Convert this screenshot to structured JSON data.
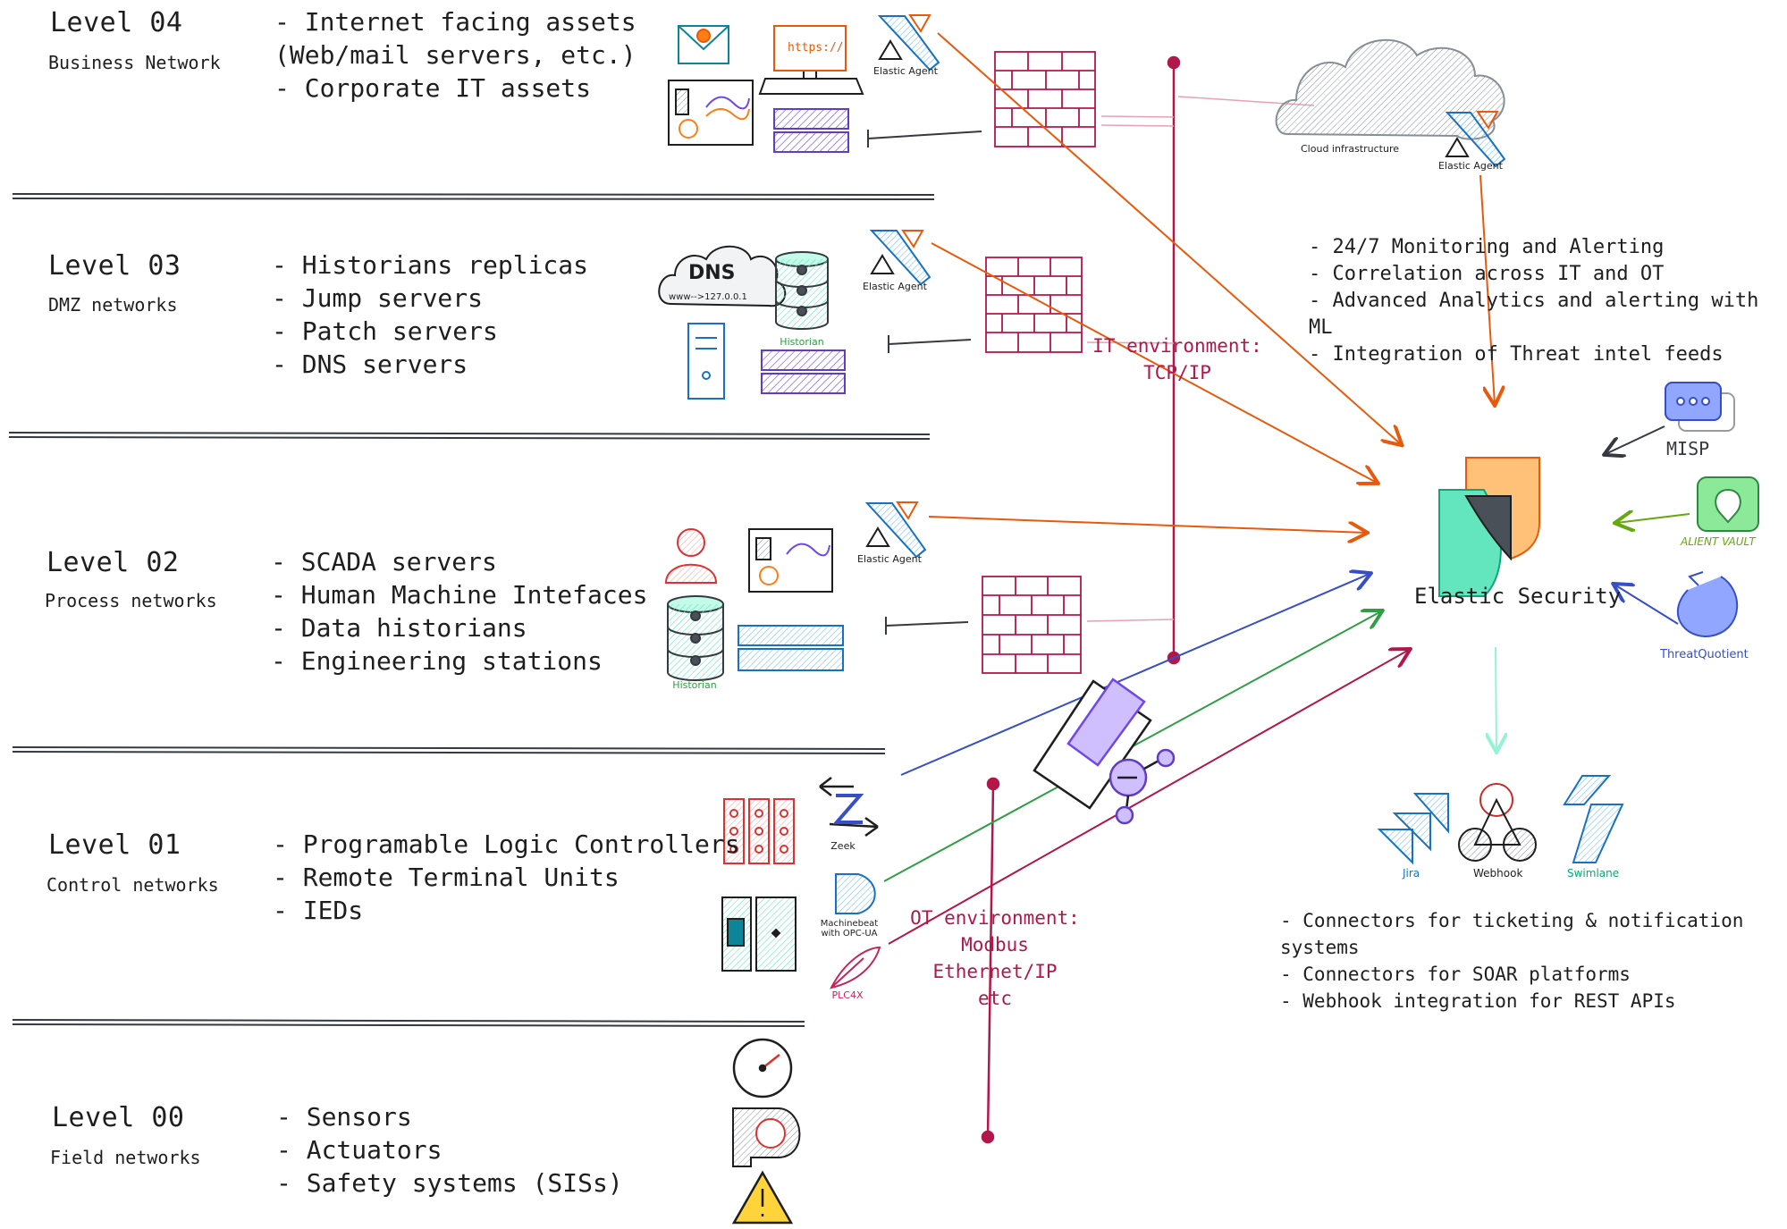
{
  "levels": [
    {
      "title": "Level 04",
      "subtitle": "Business Network",
      "items": [
        "- Internet facing assets",
        "(Web/mail servers, etc.)",
        "- Corporate IT assets"
      ]
    },
    {
      "title": "Level 03",
      "subtitle": "DMZ networks",
      "items": [
        "- Historians replicas",
        "- Jump servers",
        "- Patch servers",
        "- DNS servers"
      ]
    },
    {
      "title": "Level 02",
      "subtitle": "Process networks",
      "items": [
        "- SCADA servers",
        "- Human Machine Intefaces",
        "- Data historians",
        "- Engineering stations"
      ]
    },
    {
      "title": "Level 01",
      "subtitle": "Control networks",
      "items": [
        "- Programable Logic Controllers",
        "- Remote Terminal Units",
        "- IEDs"
      ]
    },
    {
      "title": "Level 00",
      "subtitle": "Field networks",
      "items": [
        "- Sensors",
        "- Actuators",
        "- Safety systems (SISs)"
      ]
    }
  ],
  "icon_labels": {
    "elastic_agent": "Elastic Agent",
    "https": "https://",
    "dns": "DNS",
    "dns_sub": "www-->127.0.0.1",
    "historian": "Historian",
    "cloud": "Cloud infrastructure",
    "zeek": "Zeek",
    "machinebeat": "Machinebeat with OPC-UA",
    "plc4x": "PLC4X"
  },
  "environments": {
    "it": [
      "IT environment:",
      "TCP/IP"
    ],
    "ot": [
      "OT environment:",
      "Modbus",
      "Ethernet/IP",
      "etc"
    ]
  },
  "elastic_security": {
    "title": "Elastic Security",
    "features": [
      "- 24/7 Monitoring and Alerting",
      "- Correlation across IT and OT",
      "- Advanced Analytics and alerting with ML",
      "- Integration of Threat intel feeds"
    ]
  },
  "intel_sources": {
    "misp": "MISP",
    "alienvault": "ALIENT VAULT",
    "threatquotient": "ThreatQuotient"
  },
  "outputs": {
    "jira": "Jira",
    "webhook": "Webhook",
    "swimlane": "Swimlane",
    "features": [
      "- Connectors for ticketing & notification systems",
      "- Connectors for SOAR platforms",
      "- Webhook integration for REST APIs"
    ]
  },
  "colors": {
    "orange": "#e8590c",
    "crimson": "#b2174a",
    "blue": "#364fc7",
    "green": "#2f9e44",
    "teal": "#0c8599",
    "violet": "#5f3dc4",
    "jira_blue": "#4dabf7",
    "elastic_orange": "#f59f00",
    "elastic_green": "#12b886"
  }
}
